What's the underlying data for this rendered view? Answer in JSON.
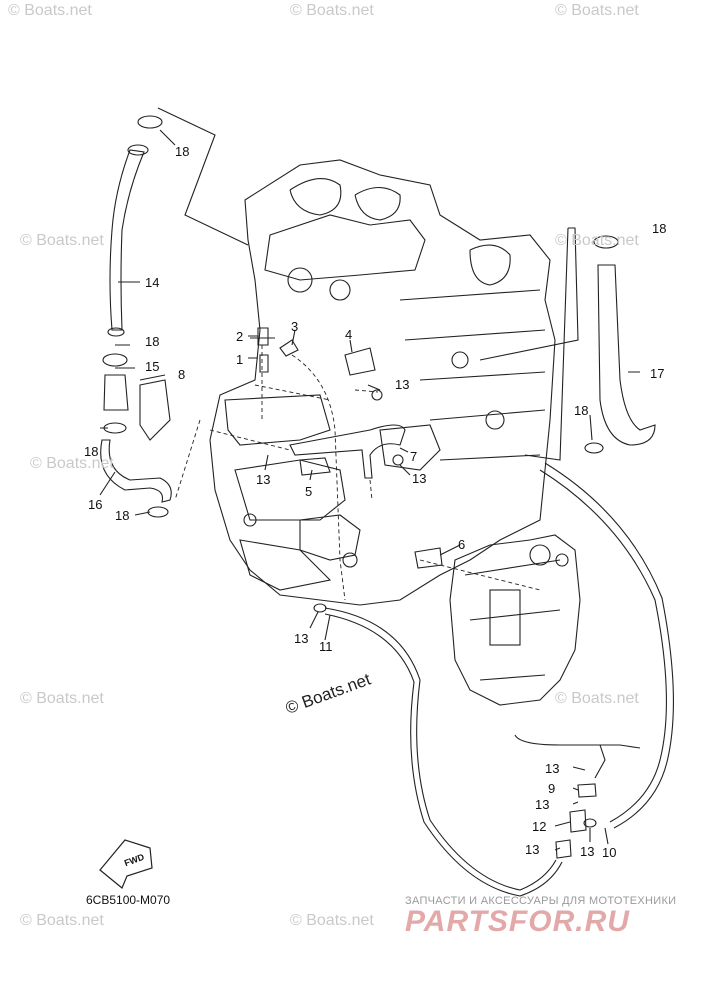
{
  "callouts": [
    {
      "label": "18"
    },
    {
      "label": "14"
    },
    {
      "label": "18"
    },
    {
      "label": "15"
    },
    {
      "label": "8"
    },
    {
      "label": "18"
    },
    {
      "label": "16"
    },
    {
      "label": "18"
    },
    {
      "label": "2"
    },
    {
      "label": "1"
    },
    {
      "label": "3"
    },
    {
      "label": "4"
    },
    {
      "label": "13"
    },
    {
      "label": "13"
    },
    {
      "label": "5"
    },
    {
      "label": "7"
    },
    {
      "label": "13"
    },
    {
      "label": "18"
    },
    {
      "label": "17"
    },
    {
      "label": "18"
    },
    {
      "label": "6"
    },
    {
      "label": "13"
    },
    {
      "label": "11"
    },
    {
      "label": "13"
    },
    {
      "label": "9"
    },
    {
      "label": "13"
    },
    {
      "label": "12"
    },
    {
      "label": "13"
    },
    {
      "label": "13"
    },
    {
      "label": "10"
    }
  ],
  "watermarks": {
    "repeat_text": "© Boats.net",
    "main_text": "© Boats.net"
  },
  "diagram_code": "6CB5100-M070",
  "fwd_label": "FWD",
  "brand": {
    "tagline": "ЗАПЧАСТИ И АКСЕССУАРЫ ДЛЯ МОТОТЕХНИКИ",
    "logo": "PARTSFOR.RU"
  }
}
